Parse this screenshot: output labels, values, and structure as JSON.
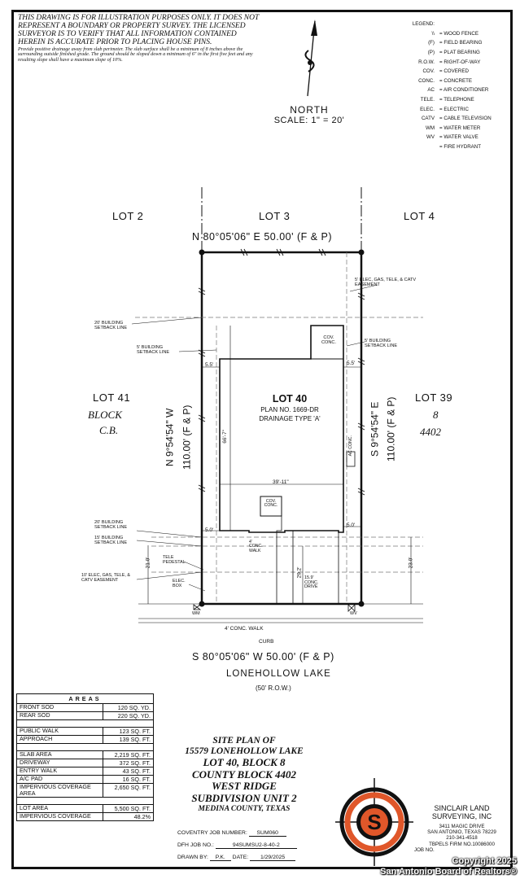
{
  "disclaimer": {
    "main": "THIS DRAWING IS FOR ILLUSTRATION PURPOSES ONLY. IT DOES NOT REPRESENT A BOUNDARY OR PROPERTY SURVEY. THE LICENSED SURVEYOR IS TO VERIFY THAT ALL INFORMATION CONTAINED HEREIN IS ACCURATE PRIOR TO PLACING HOUSE PINS.",
    "note": "Provide positive drainage away from slab perimeter. The slab surface shall be a minimum of 8 inches above the surrounding outside finished grade. The ground should be sloped down a minimum of 6\" in the first five feet and any resulting slope shall have a maximum slope of 10%."
  },
  "north": {
    "label": "NORTH",
    "scale": "SCALE: 1\" = 20'"
  },
  "legend": {
    "title": "LEGEND:",
    "items": [
      {
        "key": "\\\\",
        "value": "= WOOD FENCE"
      },
      {
        "key": "(F)",
        "value": "= FIELD BEARING"
      },
      {
        "key": "(P)",
        "value": "= PLAT BEARING"
      },
      {
        "key": "R.O.W.",
        "value": "= RIGHT-OF-WAY"
      },
      {
        "key": "COV.",
        "value": "= COVERED"
      },
      {
        "key": "CONC.",
        "value": "= CONCRETE"
      },
      {
        "key": "AC",
        "value": "= AIR CONDITIONER"
      },
      {
        "key": "TELE.",
        "value": "= TELEPHONE"
      },
      {
        "key": "ELEC.",
        "value": "= ELECTRIC"
      },
      {
        "key": "CATV",
        "value": "= CABLE TELEVISION"
      },
      {
        "key": "WM",
        "value": "= WATER METER"
      },
      {
        "key": "WV",
        "value": "= WATER VALVE"
      },
      {
        "key": "",
        "value": "= FIRE HYDRANT"
      }
    ]
  },
  "plan": {
    "lot2": "LOT 2",
    "lot3": "LOT 3",
    "lot4": "LOT 4",
    "lot41": "LOT 41",
    "block_cb": "BLOCK",
    "block_cb2": "C.B.",
    "lot39": "LOT 39",
    "lot39_block": "8",
    "lot39_cb": "4402",
    "north_bearing": "N 80°05'06\" E 50.00' (F & P)",
    "south_bearing": "S 80°05'06\" W 50.00' (F & P)",
    "west_bearing": "N 9°54'54\" W",
    "west_dist": "110.00' (F & P)",
    "east_bearing": "S 9°54'54\" E",
    "east_dist": "110.00' (F & P)",
    "lot40": "LOT 40",
    "plan_no": "PLAN NO. 1669-DR",
    "drainage": "DRAINAGE TYPE 'A'",
    "street": "LONEHOLLOW LAKE",
    "row": "(50' R.O.W.)",
    "conc_walk": "4' CONC. WALK",
    "curb": "CURB",
    "easement_top": "5' ELEC, GAS, TELE, & CATV EASEMENT",
    "bldg_setback_20_top": "20' BUILDING SETBACK LINE",
    "bldg_setback_5_left": "5' BUILDING SETBACK LINE",
    "bldg_setback_5_right": "5' BUILDING SETBACK LINE",
    "cov_conc_top": "COV. CONC.",
    "dim_5_5_left": "5.5'",
    "dim_5_5_right": "5.5'",
    "dim_depth": "66'-7\"",
    "dim_width": "39'-11\"",
    "ac_label": "AC CONC.",
    "cov_conc_front": "COV. CONC.",
    "conc_walk_small": "4' CONC. WALK",
    "bldg_setback_20_front": "20' BUILDING SETBACK LINE",
    "bldg_setback_15": "15' BUILDING SETBACK LINE",
    "dim_5_0_left": "5.0'",
    "dim_5_0_right": "5.0'",
    "tele_ped": "TELE PEDESTAL",
    "easement_front": "10' ELEC, GAS, TELE, & CATV EASEMENT",
    "elec_box": "ELEC. BOX",
    "dim_21": "21.0'",
    "dim_29": "29.2'",
    "conc_drive": "15.9' CONC. DRIVE",
    "dim_23": "23.0'",
    "wm": "WM",
    "wv": "WV"
  },
  "areas": {
    "title": "AREAS",
    "rows": [
      {
        "label": "FRONT SOD",
        "value": "120 SQ. YD."
      },
      {
        "label": "REAR SOD",
        "value": "220 SQ. YD."
      },
      {
        "gap": true
      },
      {
        "label": "PUBLIC WALK",
        "value": "123 SQ. FT."
      },
      {
        "label": "APPROACH",
        "value": "139 SQ. FT."
      },
      {
        "gap": true
      },
      {
        "label": "SLAB AREA",
        "value": "2,219 SQ. FT."
      },
      {
        "label": "DRIVEWAY",
        "value": "372 SQ. FT."
      },
      {
        "label": "ENTRY WALK",
        "value": "43 SQ. FT."
      },
      {
        "label": "A/C PAD",
        "value": "16 SQ. FT."
      },
      {
        "label": "IMPERVIOUS COVERAGE AREA",
        "value": "2,650 SQ. FT."
      },
      {
        "gap": true
      },
      {
        "label": "LOT AREA",
        "value": "5,500 SQ. FT."
      },
      {
        "label": "IMPERVIOUS COVERAGE",
        "value": "48.2%"
      }
    ]
  },
  "title_block": {
    "line1": "SITE PLAN OF",
    "line2": "15579 LONEHOLLOW LAKE",
    "line3": "LOT 40, BLOCK 8",
    "line4": "COUNTY BLOCK 4402",
    "line5": "WEST RIDGE",
    "line6": "SUBDIVISION UNIT 2",
    "line7": "MEDINA COUNTY, TEXAS"
  },
  "job": {
    "coventry_label": "COVENTRY JOB NUMBER:",
    "coventry_value": "SUM060",
    "dfh_label": "DFH JOB NO.:",
    "dfh_value": "94SUMSU2-8-40-2",
    "drawn_label": "DRAWN BY:",
    "drawn_value": "P.K.",
    "date_label": "DATE:",
    "date_value": "1/29/2025"
  },
  "company": {
    "name1": "SINCLAIR LAND",
    "name2": "SURVEYING, INC",
    "addr1": "3411 MAGIC DRIVE",
    "addr2": "SAN ANTONIO, TEXAS 78229",
    "phone": "210-341-4518",
    "firm": "TBPELS FIRM NO.10086000",
    "job": "JOB NO."
  },
  "watermark": {
    "line1": "Copyright 2025",
    "line2": "San Antonio Board of Realtors®"
  }
}
